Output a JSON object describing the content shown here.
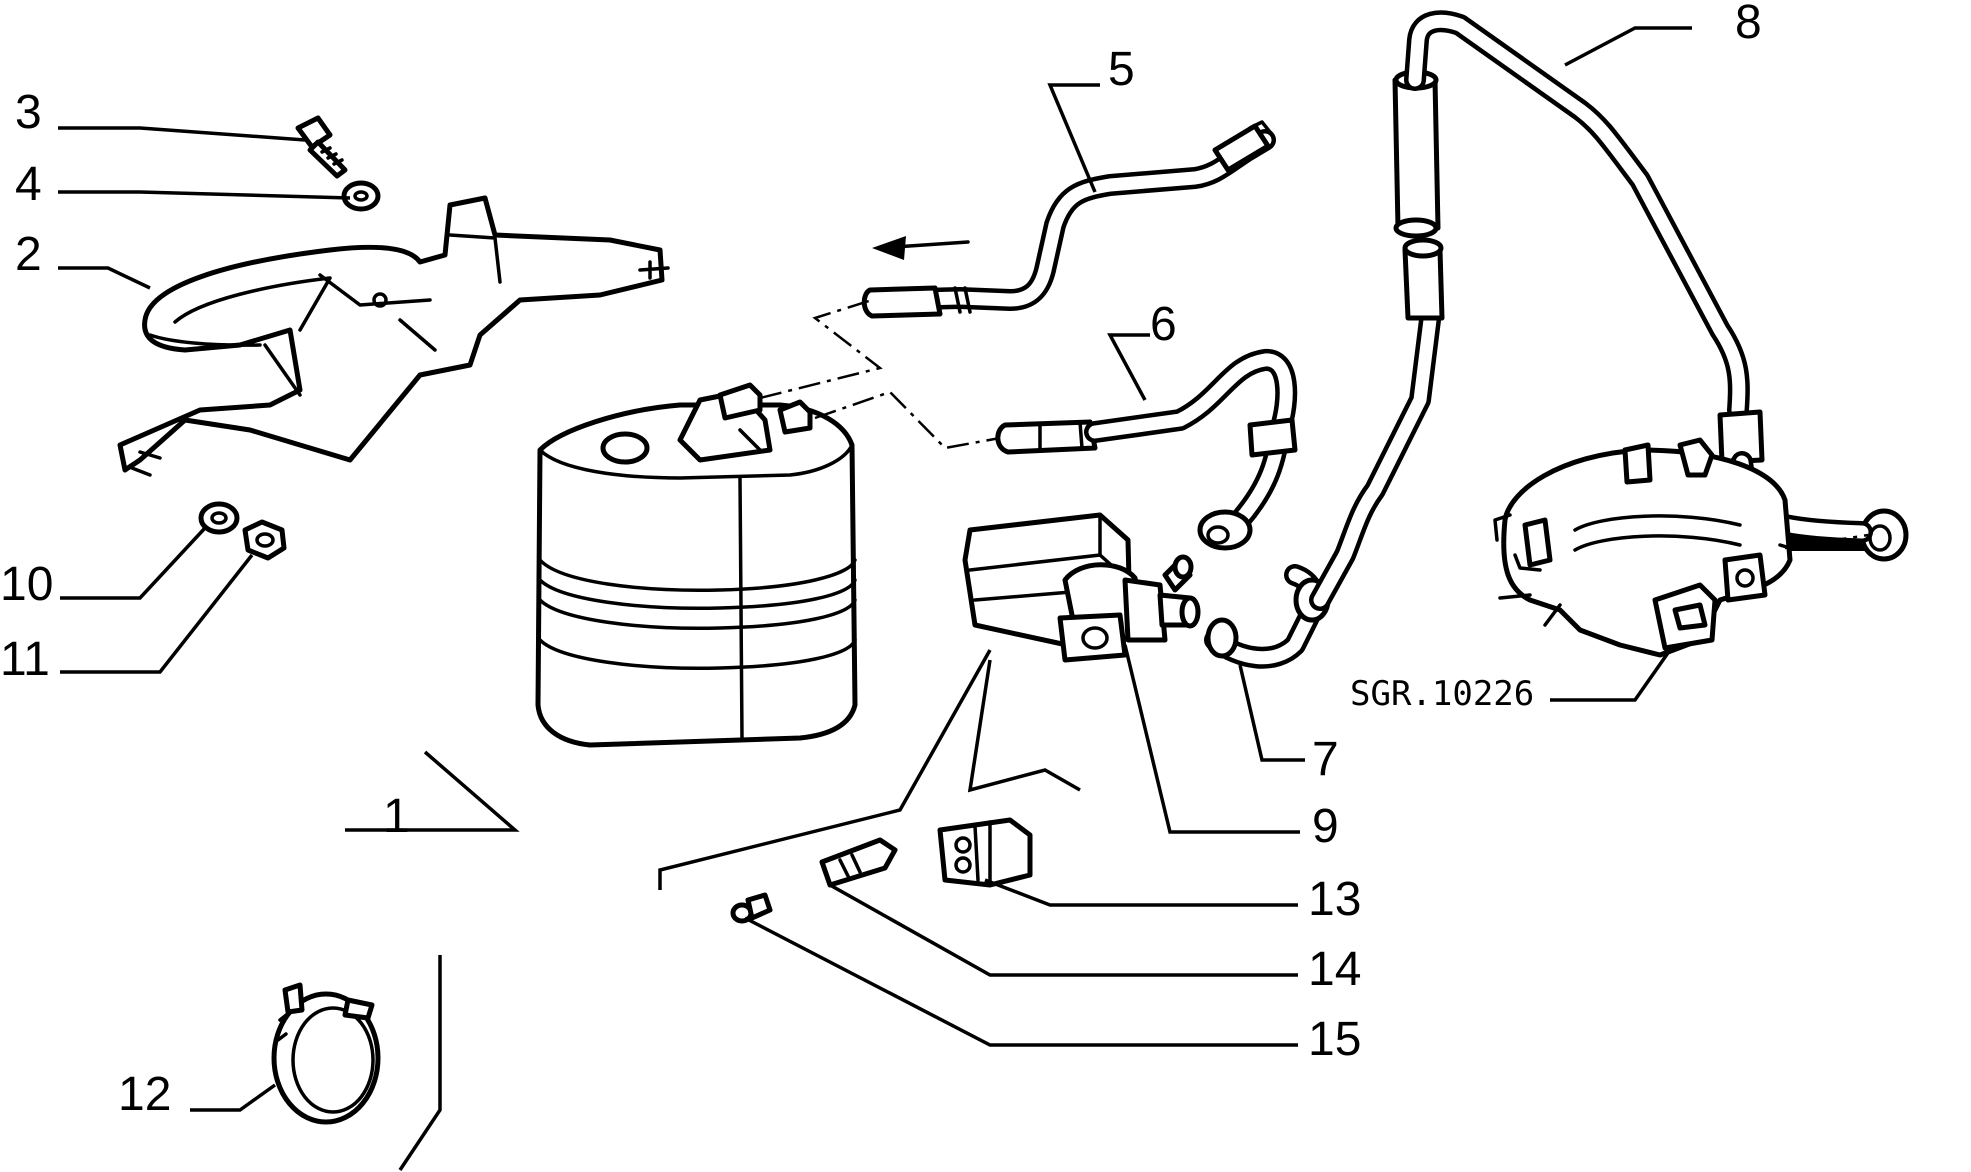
{
  "diagram": {
    "reference_code": "SGR.10226",
    "callouts": [
      {
        "id": "1",
        "label": "1"
      },
      {
        "id": "2",
        "label": "2"
      },
      {
        "id": "3",
        "label": "3"
      },
      {
        "id": "4",
        "label": "4"
      },
      {
        "id": "5",
        "label": "5"
      },
      {
        "id": "6",
        "label": "6"
      },
      {
        "id": "7",
        "label": "7"
      },
      {
        "id": "8",
        "label": "8"
      },
      {
        "id": "9",
        "label": "9"
      },
      {
        "id": "10",
        "label": "10"
      },
      {
        "id": "11",
        "label": "11"
      },
      {
        "id": "12",
        "label": "12"
      },
      {
        "id": "13",
        "label": "13"
      },
      {
        "id": "14",
        "label": "14"
      },
      {
        "id": "15",
        "label": "15"
      }
    ]
  }
}
